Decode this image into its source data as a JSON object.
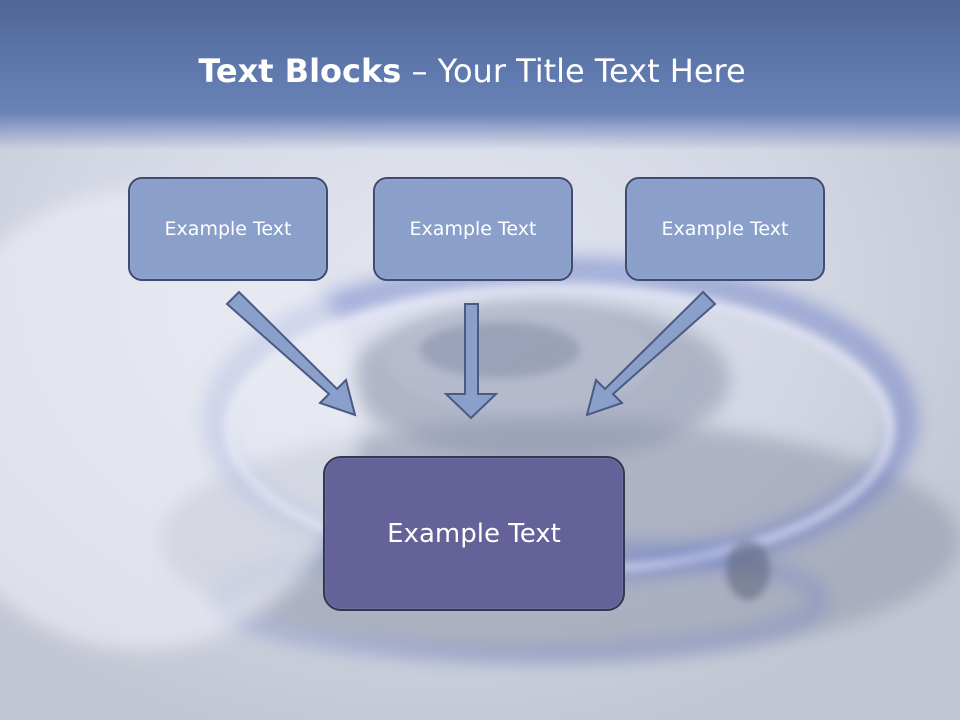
{
  "slide": {
    "title_bold": "Text Blocks",
    "title_rest": " – Your Title Text Here",
    "blocks": [
      "Example Text",
      "Example Text",
      "Example Text"
    ],
    "center_block": "Example Text"
  },
  "colors": {
    "title_band": "#5e78ad",
    "block_fill": "#8a9fca",
    "center_fill": "#646298",
    "border": "#3f4c6e",
    "arrow_fill": "#8a9fca"
  },
  "icons": {
    "background": "gas-burner-flame-image",
    "arrows": [
      "down-right-arrow-icon",
      "down-arrow-icon",
      "down-left-arrow-icon"
    ]
  }
}
